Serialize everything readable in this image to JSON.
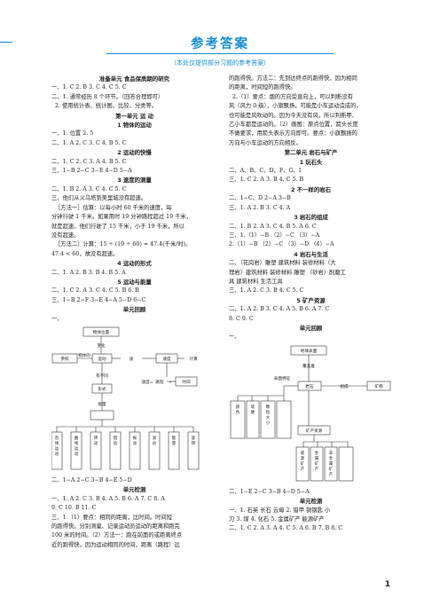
{
  "page": {
    "title": "参考答案",
    "subtitle": "（本处仅提供部分习题的参考答案）",
    "number": "1"
  },
  "left_top": [
    {
      "t": "准备单元  食品保质期的研究",
      "s": "b c"
    },
    {
      "t": "一、1. C    2. B    3. C    4. C    5. C",
      "s": ""
    },
    {
      "t": "二、1. 通常经历 8 个环节。（回答合理即可）",
      "s": ""
    },
    {
      "t": "2. 使用统计表、统计图、比较、分类等。",
      "s": "i"
    },
    {
      "t": "第一单元    运    动",
      "s": "b c"
    },
    {
      "t": "1    物体的运动",
      "s": "b c"
    },
    {
      "t": "一、1. 位置    2. 5",
      "s": ""
    },
    {
      "t": "二、1. A    2. C    3. C    4. B    5. C",
      "s": ""
    },
    {
      "t": "2    运动的快慢",
      "s": "b c"
    },
    {
      "t": "二、1. C    2. C    3. A    4. B    5. C",
      "s": ""
    },
    {
      "t": "三、1−B    2−C    3−E    4−D    5−A",
      "s": ""
    },
    {
      "t": "3    速度的测量",
      "s": "b c"
    },
    {
      "t": "二、1. B    2. A    3. C    4. C    5. C",
      "s": ""
    },
    {
      "t": "三、他们从义乌塔到美里城没有超速。",
      "s": ""
    },
    {
      "t": "［方法一］估算：以每小时 60 千米的速度，每",
      "s": "i"
    },
    {
      "t": "分钟行驶 1 千米。如果用时 19 分钟路程超过 19 千米，",
      "s": ""
    },
    {
      "t": "就是超速。他们行驶了 15 千米，小于 19 千米，所以",
      "s": ""
    },
    {
      "t": "没有超速。",
      "s": ""
    },
    {
      "t": "［方法二］计算：15 ÷ (19 ÷ 60) ≈ 47.4(千米/时)。",
      "s": "i"
    },
    {
      "t": "47.4 < 60，故没有超速。",
      "s": ""
    },
    {
      "t": "4    运动的形式",
      "s": "b c"
    },
    {
      "t": "二、1. A    2. B    3. B    4. B    5. A",
      "s": ""
    },
    {
      "t": "5    运动与能量",
      "s": "b c"
    },
    {
      "t": "二、1. C    2. A    3. C    4. C    5. B    6. B",
      "s": ""
    },
    {
      "t": "三、1−B    2−F    3−E    4−A    5−D    6−C",
      "s": ""
    },
    {
      "t": "单元回顾",
      "s": "b c"
    },
    {
      "t": "一、",
      "s": ""
    }
  ],
  "left_diagram": {
    "top": "物体位置",
    "change": "变化",
    "row": [
      "参照",
      "物体的",
      "运动",
      "速",
      "速度",
      "计算"
    ],
    "speed": [
      "速度=",
      "路程",
      "÷",
      "时间"
    ],
    "form_link": "有不同",
    "form": "形式",
    "energy_link": "能量",
    "boxes": [
      "直线运动",
      "曲线运动",
      "转动",
      "摆动",
      "振动",
      "滚动",
      "能量",
      "旋转"
    ]
  },
  "left_bottom": [
    {
      "t": "二、1−A    2−C    3−B    4−E    5−D",
      "s": ""
    },
    {
      "t": "单元检测",
      "s": "b c"
    },
    {
      "t": "一、1. A    2. C    3. B    4. A    5. B    6. A    7. C    8. A",
      "s": ""
    },
    {
      "t": "9. C    10. B    11. C",
      "s": ""
    },
    {
      "t": "三、1.（1）要点：相同的距离，比时间。时间短",
      "s": ""
    },
    {
      "t": "的跑得快。分别测量、记录运动员运动的距离和跑完",
      "s": ""
    },
    {
      "t": "100 米的时间。（2）方法一：跑在前面的或距离终点",
      "s": ""
    },
    {
      "t": "近的跑得快，因为运动相同的时间，距离（路程）远",
      "s": ""
    }
  ],
  "right_top": [
    {
      "t": "的跑得快。方法二：先到达终点的跑得快，因为相同",
      "s": ""
    },
    {
      "t": "的距离，时间短的跑得快。",
      "s": ""
    },
    {
      "t": "2.（1）要点：烟的方向受直向上，可以判断没有",
      "s": "i"
    },
    {
      "t": "风（风力 0 级），小旗飘扬，可能是小车运动造成的，",
      "s": ""
    },
    {
      "t": "也可能是风吹动的。因为今天没有风，所以判断甲、",
      "s": ""
    },
    {
      "t": "乙小车都是运动的。（2）画图：原点位置，箭头长度",
      "s": ""
    },
    {
      "t": "不做要求，用箭头表示方向即可。要点：小旗飘扬的",
      "s": ""
    },
    {
      "t": "方向与小车运动的方向相反。",
      "s": ""
    },
    {
      "t": "第二单元    岩石与矿产",
      "s": "b c"
    },
    {
      "t": "1    玩石头",
      "s": "b c"
    },
    {
      "t": "二、A、B、C、D、F、G、I",
      "s": ""
    },
    {
      "t": "三、1. C    2. A    3. B    4. C    5. B",
      "s": ""
    },
    {
      "t": "2    不一样的岩石",
      "s": "b c"
    },
    {
      "t": "二、1−C、D    2−A    3−B",
      "s": ""
    },
    {
      "t": "三、1. A    2. B    3. C    4. A",
      "s": ""
    },
    {
      "t": "3    岩石的组成",
      "s": "b c"
    },
    {
      "t": "二、1. B    2. A    3. C    4. B    5. A    6. C",
      "s": ""
    },
    {
      "t": "三、1.（1）−B    （2）−C    （3）−A",
      "s": ""
    },
    {
      "t": "2.（1）−B    （2）−C    （3）−D    （4）−A",
      "s": ""
    },
    {
      "t": "4    岩石与生活",
      "s": "b c"
    },
    {
      "t": "二、（花岗岩）雕塑    建筑材料    装修材料（大",
      "s": ""
    },
    {
      "t": "理岩）建筑材料    装修材料    雕塑    （砂岩）削磨工",
      "s": ""
    },
    {
      "t": "具    建筑材料    生活工具",
      "s": ""
    },
    {
      "t": "三、1. A    2. C    3. B    4. C    5. C",
      "s": ""
    },
    {
      "t": "5    矿产资源",
      "s": "b c"
    },
    {
      "t": "二、1. A    2. B    3. C    4. A    5. B    6. A    7. C",
      "s": ""
    },
    {
      "t": "8. C    9. C",
      "s": ""
    },
    {
      "t": "单元回顾",
      "s": "b c"
    },
    {
      "t": "一、",
      "s": ""
    }
  ],
  "right_diagram": {
    "top": "地球表面",
    "cover": "覆盖着",
    "left_label": "表面特征",
    "rock": "岩石",
    "compose": "组成",
    "mineral": "矿物",
    "feature_boxes": [
      "颜色",
      "软硬",
      "颗粒大小",
      ""
    ],
    "resource_label": "矿产资源",
    "resource_boxes": [
      "能源矿产",
      "金属矿产",
      "非金属矿产",
      ""
    ]
  },
  "right_bottom": [
    {
      "t": "二、1−E    2−C    3−B    4−D    5−A",
      "s": ""
    },
    {
      "t": "单元检测",
      "s": "b c"
    },
    {
      "t": "一、1. 石英    长石    云母    2. 猎甲    铜钢匙    小",
      "s": ""
    },
    {
      "t": "刀  3. 煤    4. 化石    5. 金属矿产    能源矿产",
      "s": ""
    },
    {
      "t": "二、1. C    2. A    3. A    4. C    5. A  6. B    7. B    8. C",
      "s": ""
    }
  ]
}
